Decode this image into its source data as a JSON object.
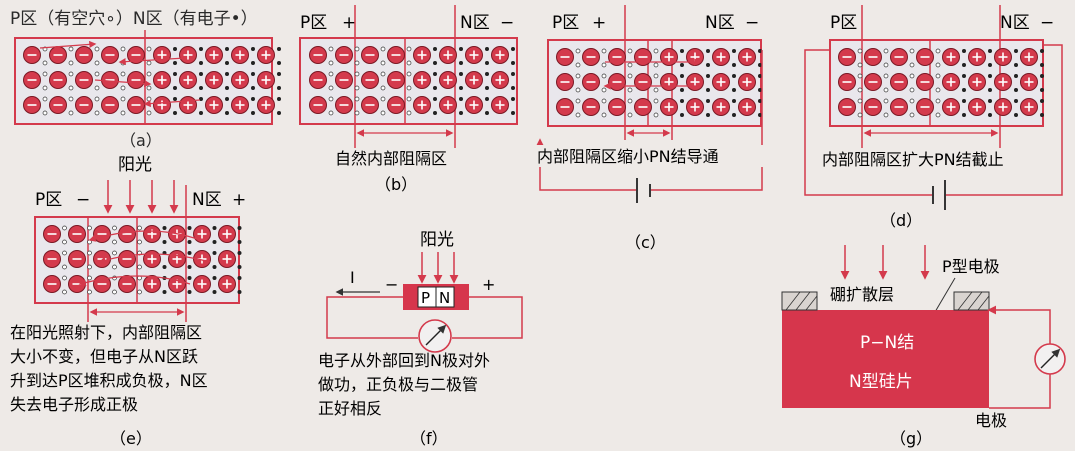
{
  "colors": {
    "background": "#eeeae7",
    "panel_fill": "#e9e7ec",
    "accent_red": "#d43a4c",
    "junction_red": "#d6364c",
    "text": "#2a2a2a",
    "hole_dot": "#ffffff",
    "electron_dot": "#222222"
  },
  "icons": {
    "neg_ion": "minus-ion-icon",
    "pos_ion": "plus-ion-icon",
    "hole": "hole-dot-icon",
    "electron": "electron-dot-icon",
    "sun": "sunlight-arrow-icon",
    "meter": "ammeter-icon",
    "battery": "battery-icon"
  },
  "panels": {
    "a": {
      "header_p": "P区（有空穴∘）N区（有电子•）",
      "caption": "（a）"
    },
    "b": {
      "label_p": "P区",
      "sign_p": "+",
      "label_n": "N区",
      "sign_n": "−",
      "note": "自然内部阻隔区",
      "caption": "（b）"
    },
    "c": {
      "label_p": "P区",
      "sign_p": "+",
      "label_n": "N区",
      "sign_n": "−",
      "note": "内部阻隔区缩小PN结导通",
      "caption": "（c）"
    },
    "d": {
      "label_p": "P区",
      "label_n": "N区",
      "sign_n": "−",
      "note": "内部阻隔区扩大PN结截止",
      "caption": "（d）"
    },
    "e": {
      "sunlight": "阳光",
      "label_p": "P区",
      "sign_p": "−",
      "label_n": "N区",
      "sign_n": "+",
      "text_lines": [
        "在阳光照射下，内部阻隔区",
        "大小不变，但电子从N区跃",
        "升到达P区堆积成负极，N区",
        "失去电子形成正极"
      ],
      "caption": "（e）"
    },
    "f": {
      "sunlight": "阳光",
      "current": "I",
      "minus": "−",
      "plus": "+",
      "p": "P",
      "n": "N",
      "text_lines": [
        "电子从外部回到N极对外",
        "做功，正负极与二极管",
        "正好相反"
      ],
      "caption": "（f）"
    },
    "g": {
      "p_electrode": "P型电极",
      "diffusion": "硼扩散层",
      "junction": "P−N结",
      "wafer": "N型硅片",
      "electrode": "电极",
      "caption": "（g）"
    }
  }
}
